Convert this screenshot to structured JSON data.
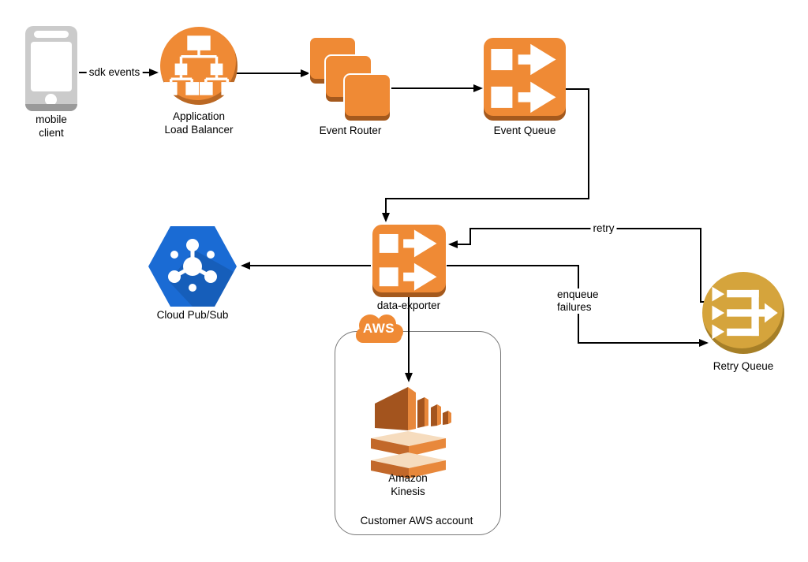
{
  "colors": {
    "orange": "#EF8A35",
    "orange_dark": "#9C5A28",
    "gold": "#D5A43C",
    "blue": "#1A6BD4",
    "blue_shadow": "#14539F",
    "phone_gray": "#CBCBCB",
    "phone_dark": "#9A9A9A",
    "kinesis_dark": "#A3541E",
    "kinesis_bright": "#E8883B",
    "kinesis_mid": "#C2682A",
    "kinesis_cream": "#F6DCBE",
    "line": "#000000"
  },
  "nodes": {
    "mobile_client": {
      "line1": "mobile",
      "line2": "client",
      "icon": "smartphone-icon"
    },
    "load_balancer": {
      "line1": "Application",
      "line2": "Load Balancer",
      "icon": "load-balancer-tree-icon"
    },
    "event_router": {
      "label": "Event Router",
      "icon": "stacked-squares-icon"
    },
    "event_queue": {
      "label": "Event Queue",
      "icon": "message-queue-icon"
    },
    "data_exporter": {
      "label": "data-exporter",
      "icon": "message-queue-icon"
    },
    "cloud_pubsub": {
      "label": "Cloud Pub/Sub",
      "icon": "pubsub-hexagon-icon"
    },
    "retry_queue": {
      "label": "Retry Queue",
      "icon": "multi-arrow-queue-icon"
    },
    "amazon_kinesis": {
      "line1": "Amazon",
      "line2": "Kinesis",
      "icon": "kinesis-streams-icon"
    }
  },
  "edges": {
    "sdk_events": {
      "label": "sdk events"
    },
    "retry": {
      "label": "retry"
    },
    "enqueue_failures": {
      "line1": "enqueue",
      "line2": "failures"
    }
  },
  "container": {
    "label": "Customer AWS account",
    "badge": "AWS"
  }
}
